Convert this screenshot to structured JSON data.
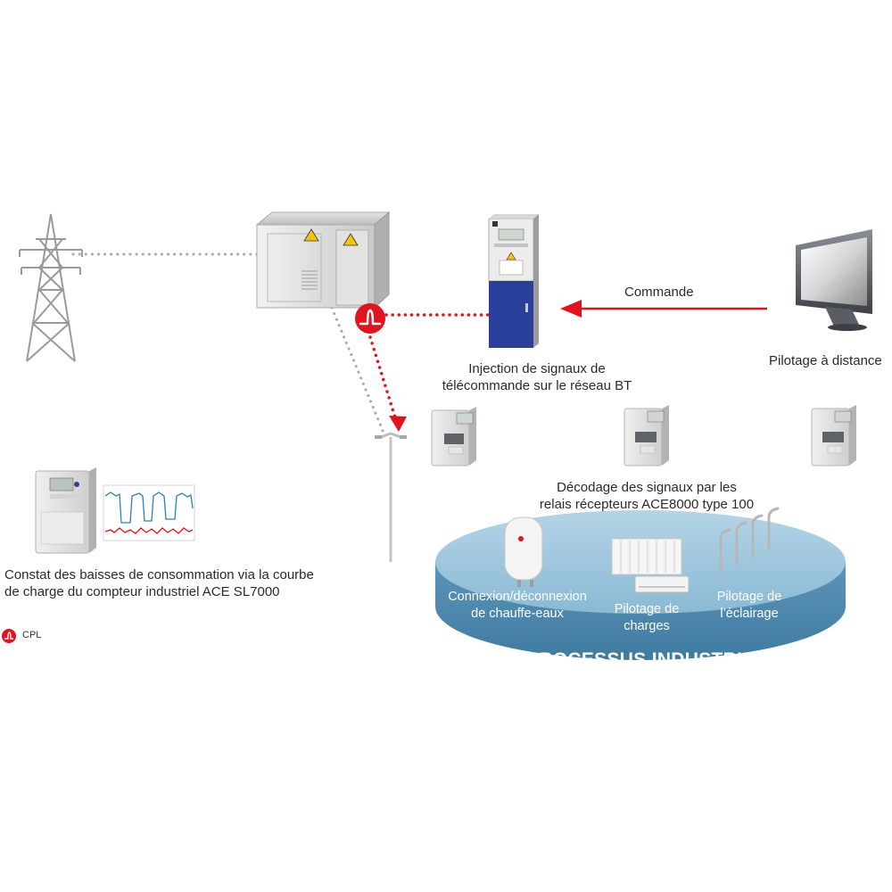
{
  "labels": {
    "commande": "Commande",
    "pilotage_distance": "Pilotage à distance",
    "injection_line1": "Injection de signaux de",
    "injection_line2": "télécommande sur le réseau BT",
    "decodage_line1": "Décodage des signaux par les",
    "decodage_line2": "relais récepteurs ACE8000 type 100",
    "constat_line1": "Constat des baisses de consommation via la courbe",
    "constat_line2": "de charge du compteur industriel ACE SL7000",
    "chauffe_line1": "Connexion/déconnexion",
    "chauffe_line2": "de chauffe-eaux",
    "charges_line1": "Pilotage de",
    "charges_line2": "charges",
    "eclairage_line1": "Pilotage de",
    "eclairage_line2": "l’éclairage",
    "processus": "PROCESSUS INDUSTRIEL",
    "legend_cpl": "CPL"
  },
  "colors": {
    "signal_red": "#e0141e",
    "connection_grey": "#a8a8a8",
    "platform_blue": "#7fb3cf",
    "cabinet_blue": "#2a3f9a"
  },
  "icons": {
    "pylon": "power-pylon-icon",
    "substation": "transformer-substation-icon",
    "injector": "signal-injector-cabinet-icon",
    "monitor": "remote-monitor-icon",
    "relay": "relay-receiver-icon",
    "meter": "industrial-meter-icon",
    "cpl": "cpl-signal-icon"
  }
}
